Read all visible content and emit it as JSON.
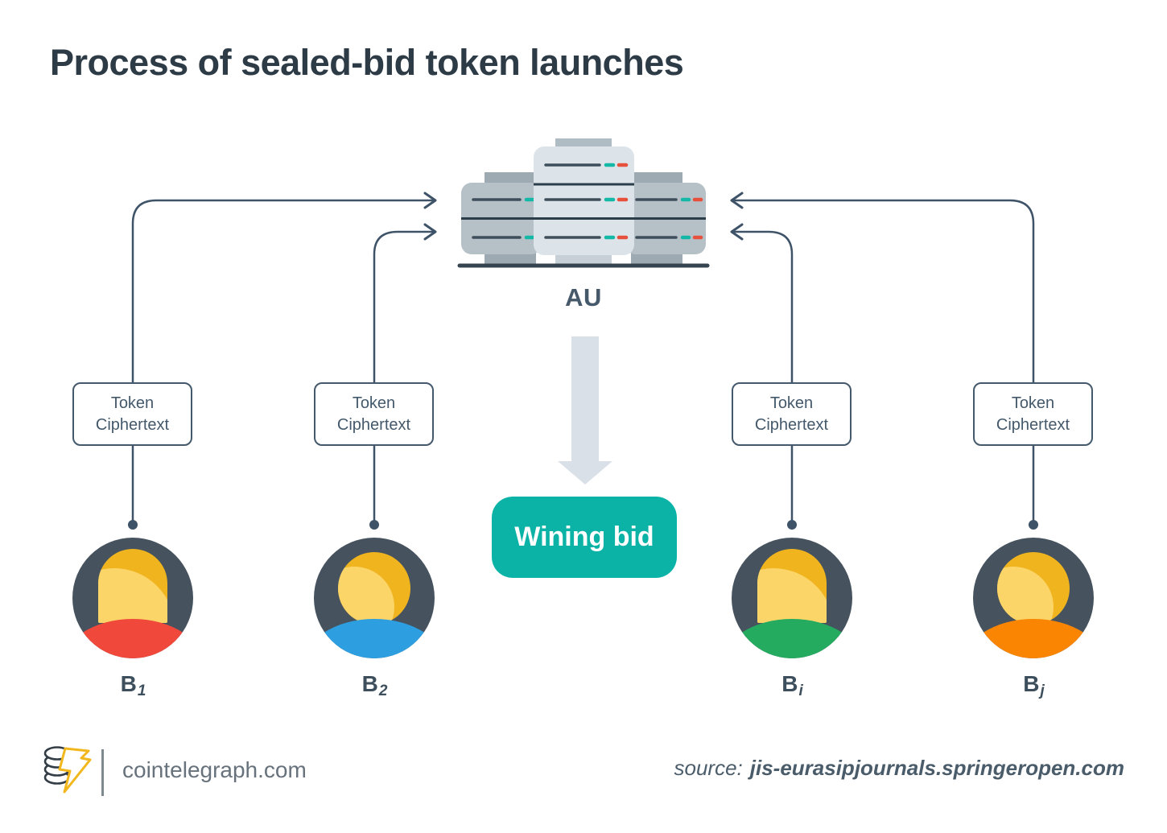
{
  "title": "Process of sealed-bid token launches",
  "auction_server": {
    "label": "AU"
  },
  "token_box": {
    "line1": "Token",
    "line2": "Ciphertext"
  },
  "bidders": [
    {
      "label": "B",
      "sub": "1",
      "shirt_color": "#f0483a",
      "gender": "female"
    },
    {
      "label": "B",
      "sub": "2",
      "shirt_color": "#2d9fe0",
      "gender": "male"
    },
    {
      "label": "B",
      "sub": "i",
      "shirt_color": "#25ab60",
      "gender": "female"
    },
    {
      "label": "B",
      "sub": "j",
      "shirt_color": "#f98502",
      "gender": "male"
    }
  ],
  "winning_bid": {
    "label": "Wining bid",
    "color": "#0bb3a7"
  },
  "footer": {
    "site": "cointelegraph.com",
    "source_prefix": "source:",
    "source_domain": "jis-eurasipjournals.springeropen.com"
  },
  "colors": {
    "title_text": "#2d3b46",
    "connector": "#3e5368",
    "box_border": "#44596b",
    "avatar_base": "#46535e",
    "hair_gold": "#f0b41f",
    "face_light": "#fcd569",
    "server_tower": "#b6c0c7",
    "server_center": "#dde4e9",
    "accent_teal": "#14b8a6",
    "accent_red": "#e8503e",
    "down_arrow": "#d9e0e7"
  }
}
